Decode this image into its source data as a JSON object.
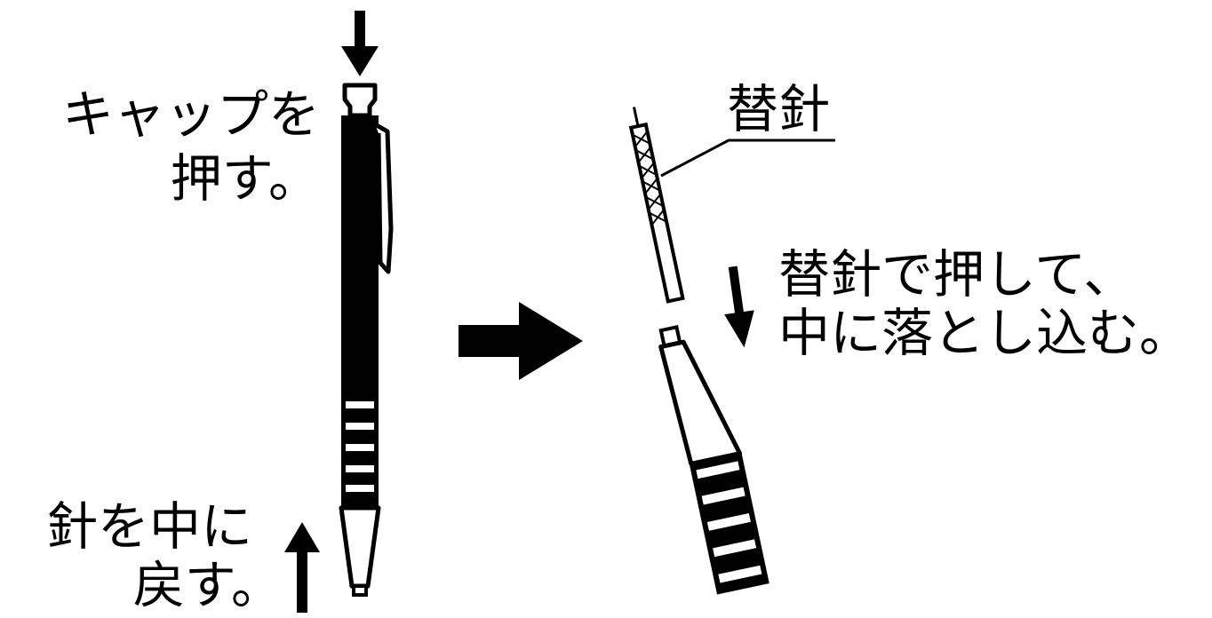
{
  "labels": {
    "cap_line1": "キャップを",
    "cap_line2": "押す。",
    "return_line1": "針を中に",
    "return_line2": "戻す。",
    "refill_needle": "替針",
    "push_line1": "替針で押して、",
    "push_line2": "中に落とし込む。"
  },
  "colors": {
    "ink": "#000000",
    "paper": "#ffffff"
  }
}
